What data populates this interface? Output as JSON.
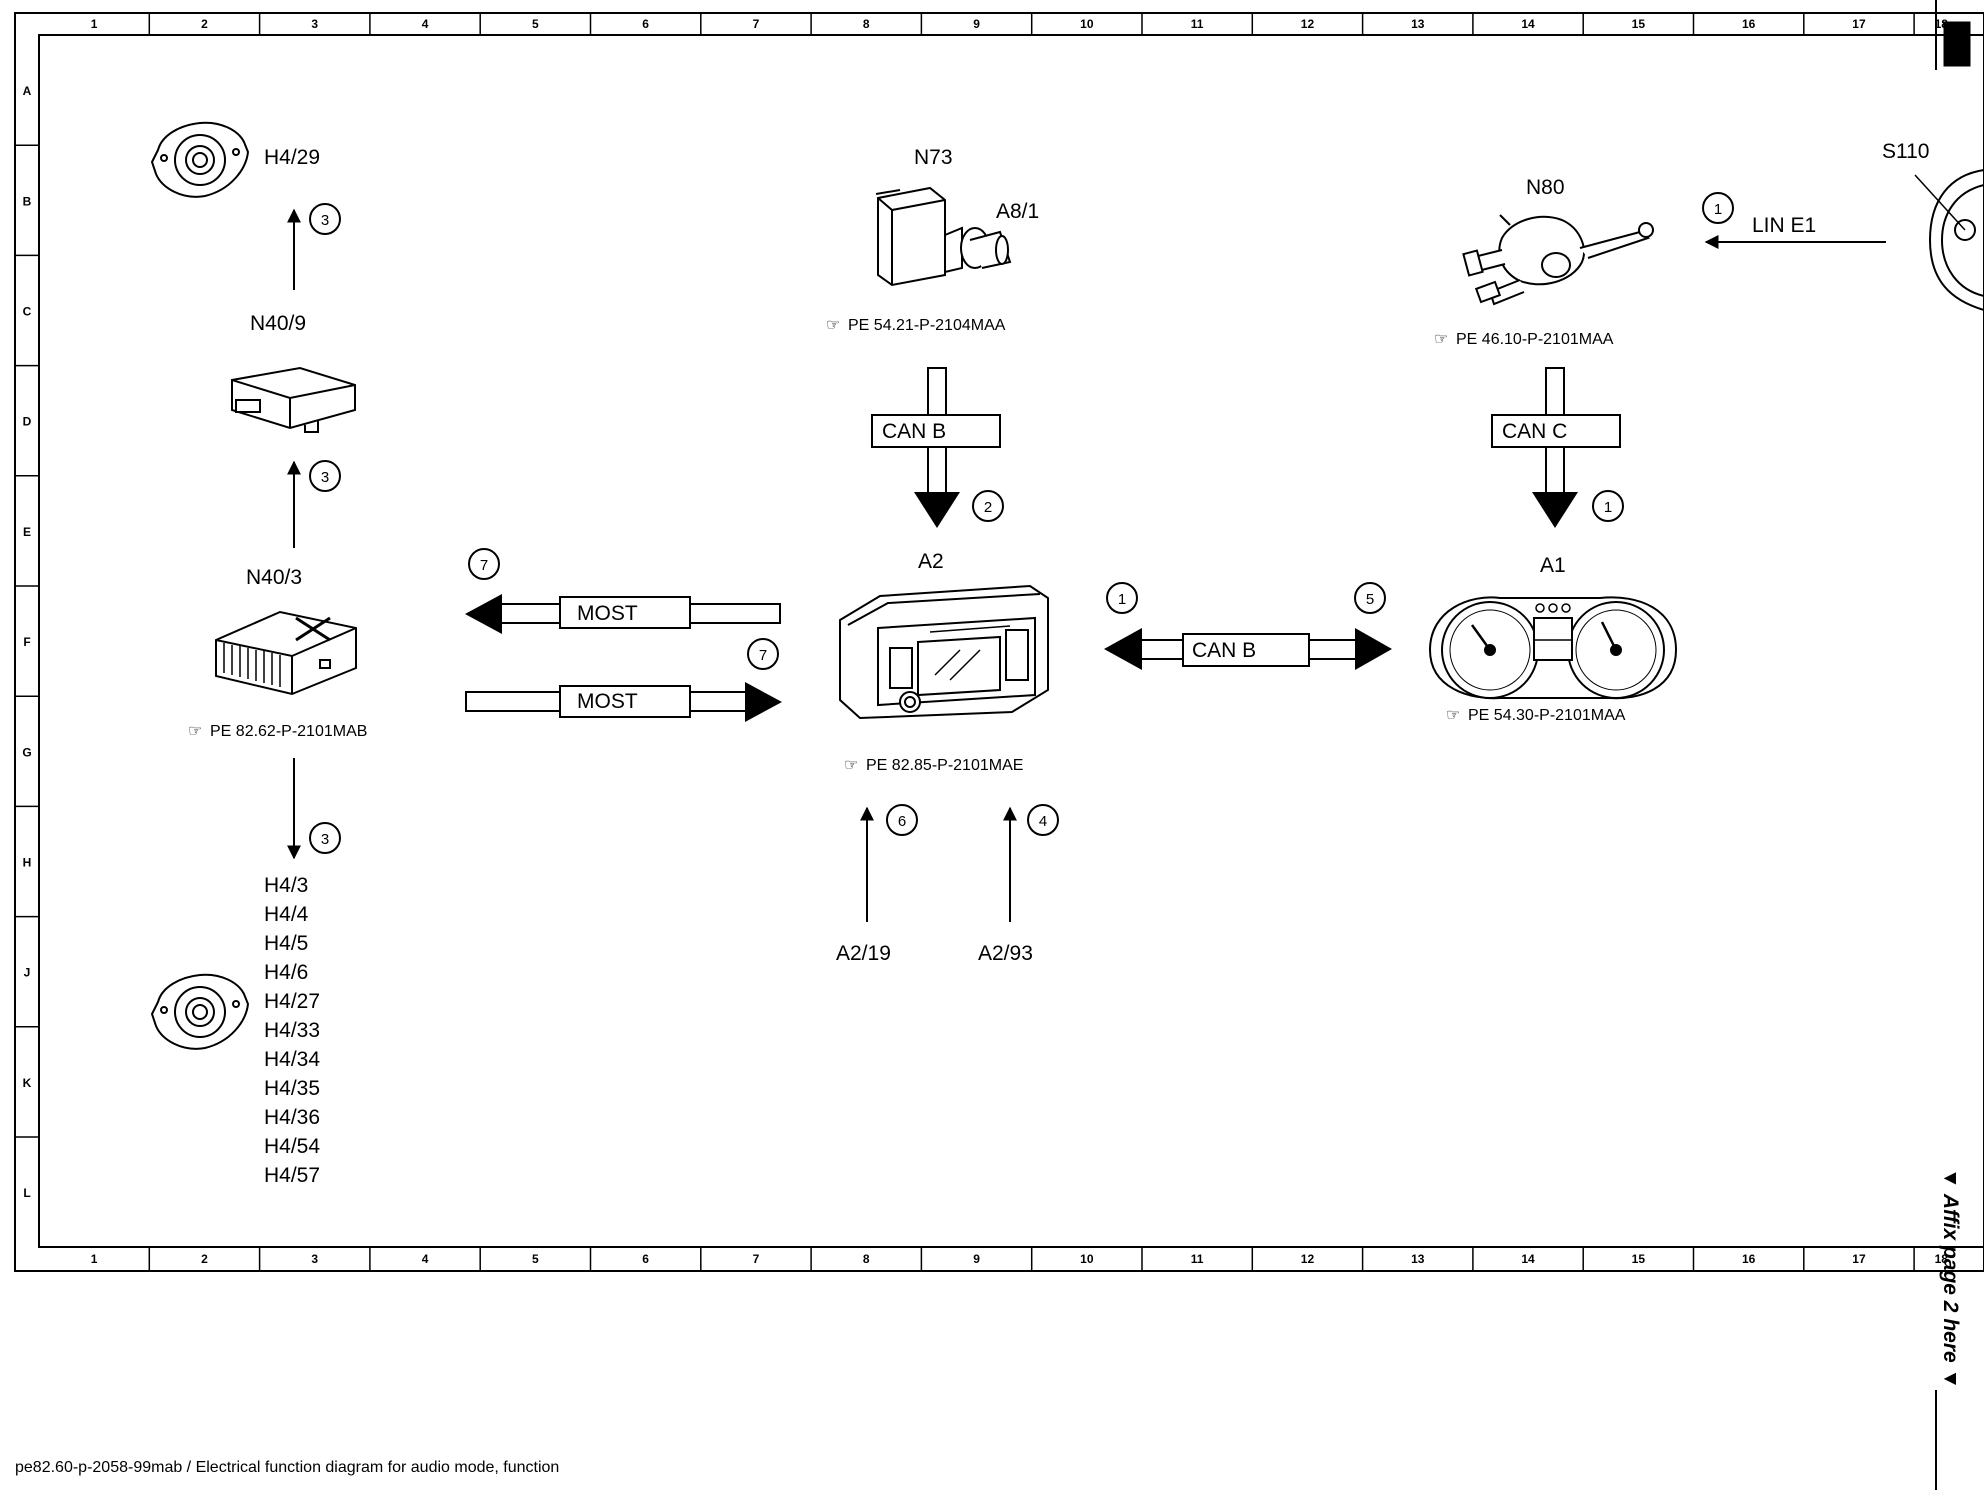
{
  "grid": {
    "columns": [
      "1",
      "2",
      "3",
      "4",
      "5",
      "6",
      "7",
      "8",
      "9",
      "10",
      "11",
      "12",
      "13",
      "14",
      "15",
      "16",
      "17",
      "18"
    ],
    "rows": [
      "A",
      "B",
      "C",
      "D",
      "E",
      "F",
      "G",
      "H",
      "J",
      "K",
      "L"
    ]
  },
  "components": {
    "h4_29": "H4/29",
    "n40_9": "N40/9",
    "n40_3": "N40/3",
    "n73": "N73",
    "a8_1": "A8/1",
    "a2": "A2",
    "n80": "N80",
    "s110": "S110",
    "a1": "A1",
    "a2_19": "A2/19",
    "a2_93": "A2/93"
  },
  "speaker_list": [
    "H4/3",
    "H4/4",
    "H4/5",
    "H4/6",
    "H4/27",
    "H4/33",
    "H4/34",
    "H4/35",
    "H4/36",
    "H4/54",
    "H4/57"
  ],
  "references": {
    "n40_3": "PE 82.62-P-2101MAB",
    "n73": "PE 54.21-P-2104MAA",
    "a2": "PE 82.85-P-2101MAE",
    "n80": "PE 46.10-P-2101MAA",
    "a1": "PE 54.30-P-2101MAA"
  },
  "buses": {
    "most_out": "MOST",
    "most_in": "MOST",
    "can_b_top": "CAN B",
    "can_c": "CAN C",
    "can_b_mid": "CAN B",
    "lin": "LIN E1"
  },
  "markers": {
    "n40_9_to_h4_29": "3",
    "n40_3_to_n40_9": "3",
    "n40_3_to_speakers": "3",
    "most_out": "7",
    "most_in": "7",
    "can_b_top": "2",
    "can_c": "1",
    "lin": "1",
    "can_b_left": "1",
    "can_b_right": "5",
    "a2_19": "6",
    "a2_93": "4"
  },
  "footer": "pe82.60-p-2058-99mab / Electrical function diagram for audio mode, function",
  "affix": "▼ Affix page 2 here ▼"
}
